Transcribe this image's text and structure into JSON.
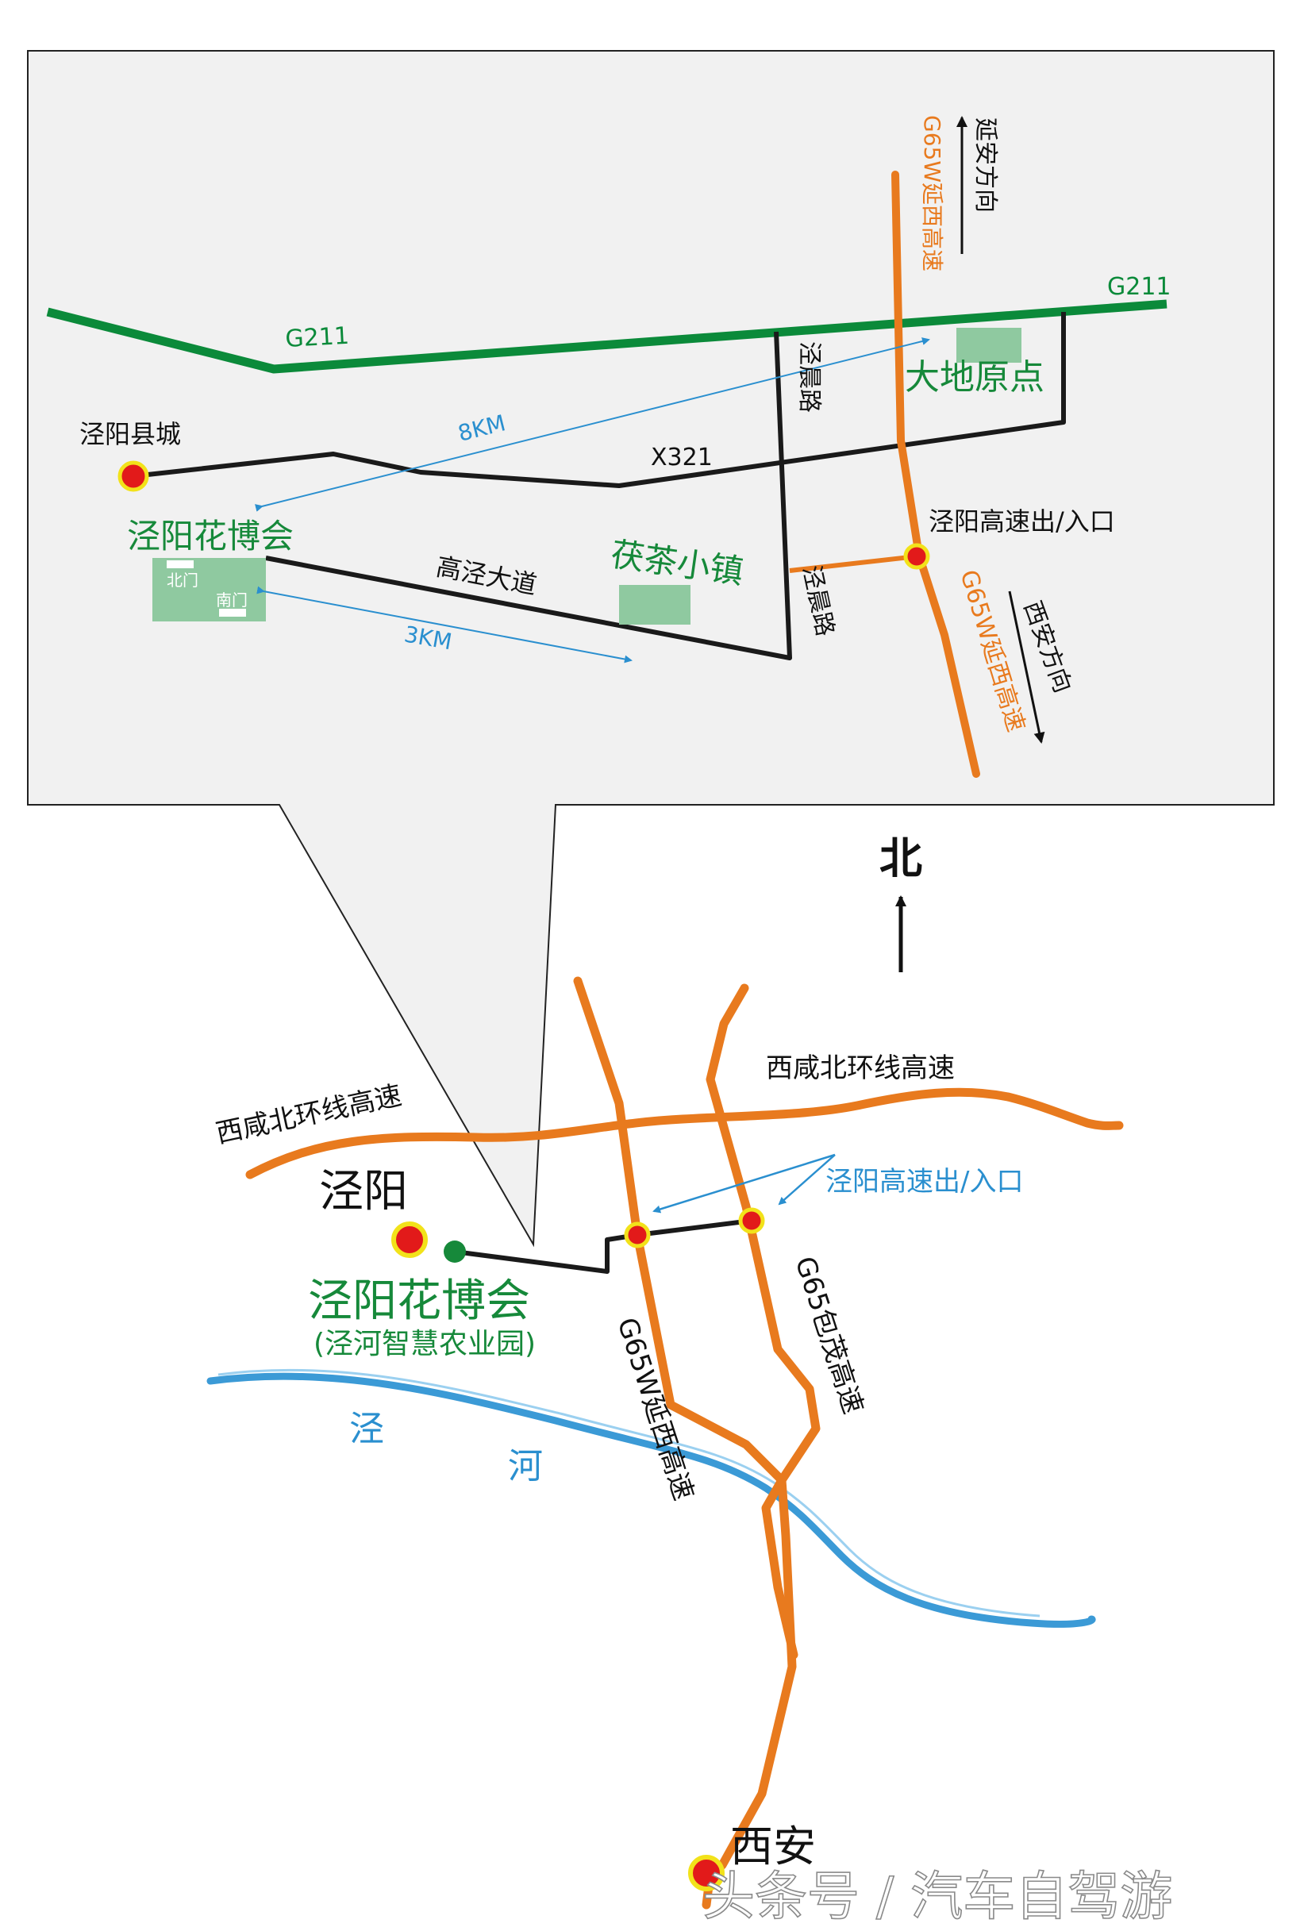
{
  "inset": {
    "roads": {
      "g211_left": "G211",
      "g211_right": "G211",
      "x321": "X321",
      "gaojing_avenue": "高泾大道",
      "jingchen_road_upper": "泾晨路",
      "jingchen_road_lower": "泾晨路",
      "g65w_upper": "G65W延西高速",
      "g65w_lower": "G65W延西高速"
    },
    "directions": {
      "yanan": "延安方向",
      "xian": "西安方向"
    },
    "places": {
      "jingyang_county": "泾阳县城",
      "flower_expo": "泾阳花博会",
      "north_gate": "北门",
      "south_gate": "南门",
      "fucha_town": "茯茶小镇",
      "dadi_origin": "大地原点",
      "exit": "泾阳高速出/入口"
    },
    "distances": {
      "far": "8KM",
      "near": "3KM"
    }
  },
  "main": {
    "north": "北",
    "ring_left": "西咸北环线高速",
    "ring_right": "西咸北环线高速",
    "jingyang": "泾阳",
    "expo": "泾阳花博会",
    "expo_sub": "(泾河智慧农业园)",
    "exits": "泾阳高速出/入口",
    "g65w": "G65W延西高速",
    "g65": "G65包茂高速",
    "river": [
      "泾",
      "河"
    ],
    "xian": "西安"
  },
  "watermark": "头条号 / 汽车自驾游",
  "colors": {
    "highway": "#e87a1e",
    "national_road": "#0b8a3a",
    "local_road": "#1a1a1a",
    "river": "#3b9ad6",
    "label_green": "#16893a",
    "label_blue": "#2a8fcf",
    "marker_red": "#e21a1a",
    "marker_ring": "#f2e21a",
    "poi_fill": "#8fc9a0",
    "inset_bg": "#f1f1f1"
  }
}
